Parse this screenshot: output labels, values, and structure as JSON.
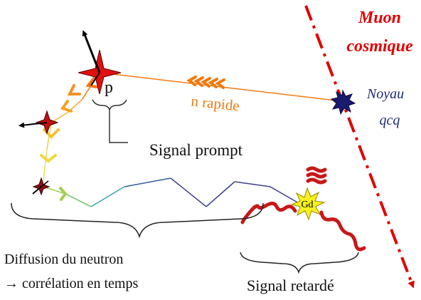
{
  "labels": {
    "muon_line1": "Muon",
    "muon_line2": "cosmique",
    "noyau_line1": "Noyau",
    "noyau_line2": "qcq",
    "n_rapide": "n rapide",
    "p": "p",
    "signal_prompt": "Signal prompt",
    "diffusion_line1": "Diffusion du neutron",
    "diffusion_line2": "→ corrélation en temps",
    "signal_retarde": "Signal retardé",
    "gd": "Gd"
  },
  "colors": {
    "muon": "#e00000",
    "neutron_fast": "#f07a10",
    "nucleus": "#1a1a6e",
    "label_blue": "#1f2a7a",
    "proton_star": "#e01010",
    "gd_star": "#f5f020",
    "gamma": "#c81818",
    "text": "#111111"
  },
  "icons": {
    "muon_track": "dash-dot-arrow",
    "proton_flash": "red-four-point-star",
    "nucleus": "navy-starburst",
    "gd_capture": "yellow-starburst",
    "gamma_ray": "red-wavy-arrow"
  }
}
